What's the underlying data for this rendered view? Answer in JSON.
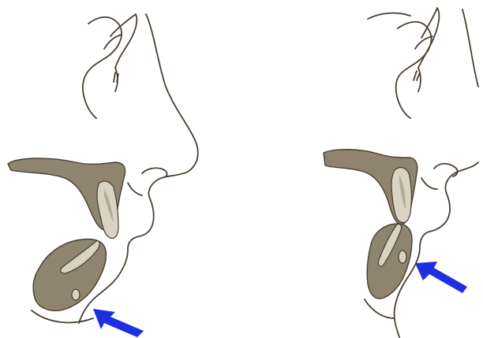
{
  "figure": {
    "panels": [
      {
        "id": "left",
        "description_icon": "profile-before"
      },
      {
        "id": "right",
        "description_icon": "profile-after"
      }
    ],
    "colors": {
      "outline": "#4a3f30",
      "bone_fill": "#8f846f",
      "tooth_fill": "#d9d3c3",
      "arrow": "#1f2fe0",
      "background": "#ffffff"
    },
    "icons": {
      "arrow": "arrow-icon"
    }
  }
}
